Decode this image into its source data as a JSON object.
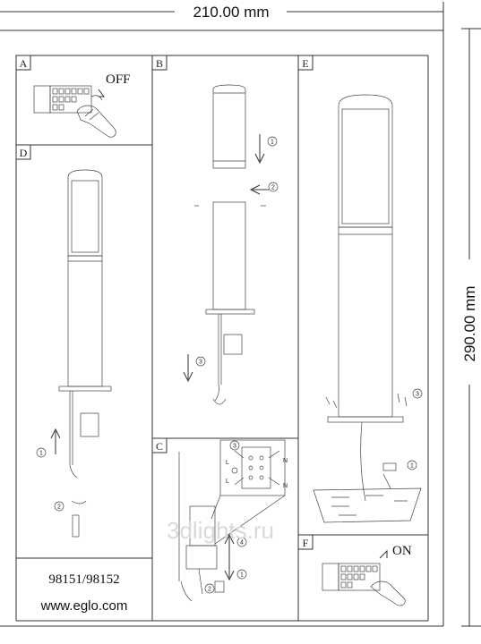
{
  "dimensions": {
    "width": "210.00 mm",
    "height": "290.00 mm"
  },
  "panels": {
    "a": {
      "label": "A",
      "text": "OFF"
    },
    "b": {
      "label": "B",
      "steps": [
        "1",
        "2",
        "3"
      ]
    },
    "c": {
      "label": "C",
      "steps": [
        "1",
        "2",
        "3",
        "4"
      ],
      "wiring": {
        "left": [
          "L",
          "L"
        ],
        "right": [
          "N",
          "N"
        ]
      }
    },
    "d": {
      "label": "D",
      "steps": [
        "1",
        "2"
      ]
    },
    "e": {
      "label": "E",
      "steps": [
        "1",
        "3"
      ]
    },
    "f": {
      "label": "F",
      "text": "ON"
    }
  },
  "footer": {
    "model": "98151/98152",
    "website": "www.eglo.com"
  },
  "watermark": "3dlights.ru"
}
